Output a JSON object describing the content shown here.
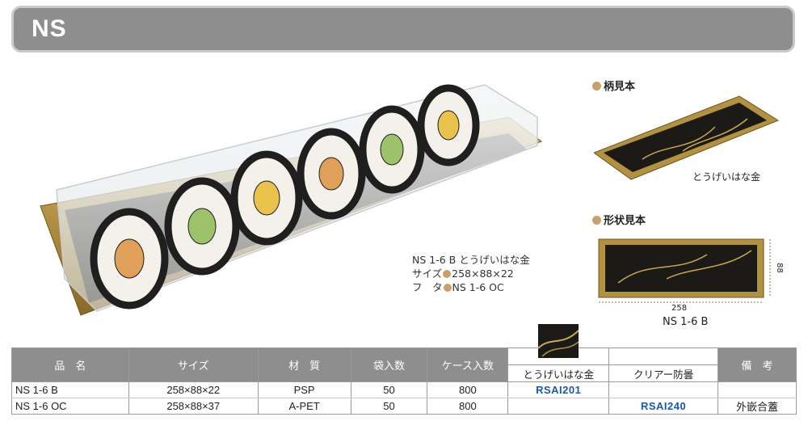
{
  "header": {
    "title": "NS"
  },
  "spec": {
    "name_line": "NS 1-6 B とうげいはな金",
    "size_label": "サイズ",
    "size_value": "258×88×22",
    "lid_label": "フ　タ",
    "lid_value": "NS 1-6 OC"
  },
  "pattern_sample": {
    "heading": "柄見本",
    "caption": "とうげいはな金"
  },
  "shape_sample": {
    "heading": "形状見本",
    "width": "258",
    "height": "88",
    "caption": "NS 1-6 B"
  },
  "table": {
    "headers": [
      "品　名",
      "サイズ",
      "材　質",
      "袋入数",
      "ケース入数",
      "",
      "",
      "備　考"
    ],
    "sub_headers": [
      "とうげいはな金",
      "クリアー防曇"
    ],
    "rows": [
      [
        "NS 1-6 B",
        "258×88×22",
        "PSP",
        "50",
        "800",
        "RSAI201",
        "",
        ""
      ],
      [
        "NS 1-6 OC",
        "258×88×37",
        "A-PET",
        "50",
        "800",
        "",
        "RSAI240",
        "外嵌合蓋"
      ]
    ]
  },
  "colors": {
    "header_bg": "#8e8e8e",
    "accent_dot": "#c9a067",
    "code_blue": "#1a5aa6",
    "tray_gold": "#b3923f"
  }
}
